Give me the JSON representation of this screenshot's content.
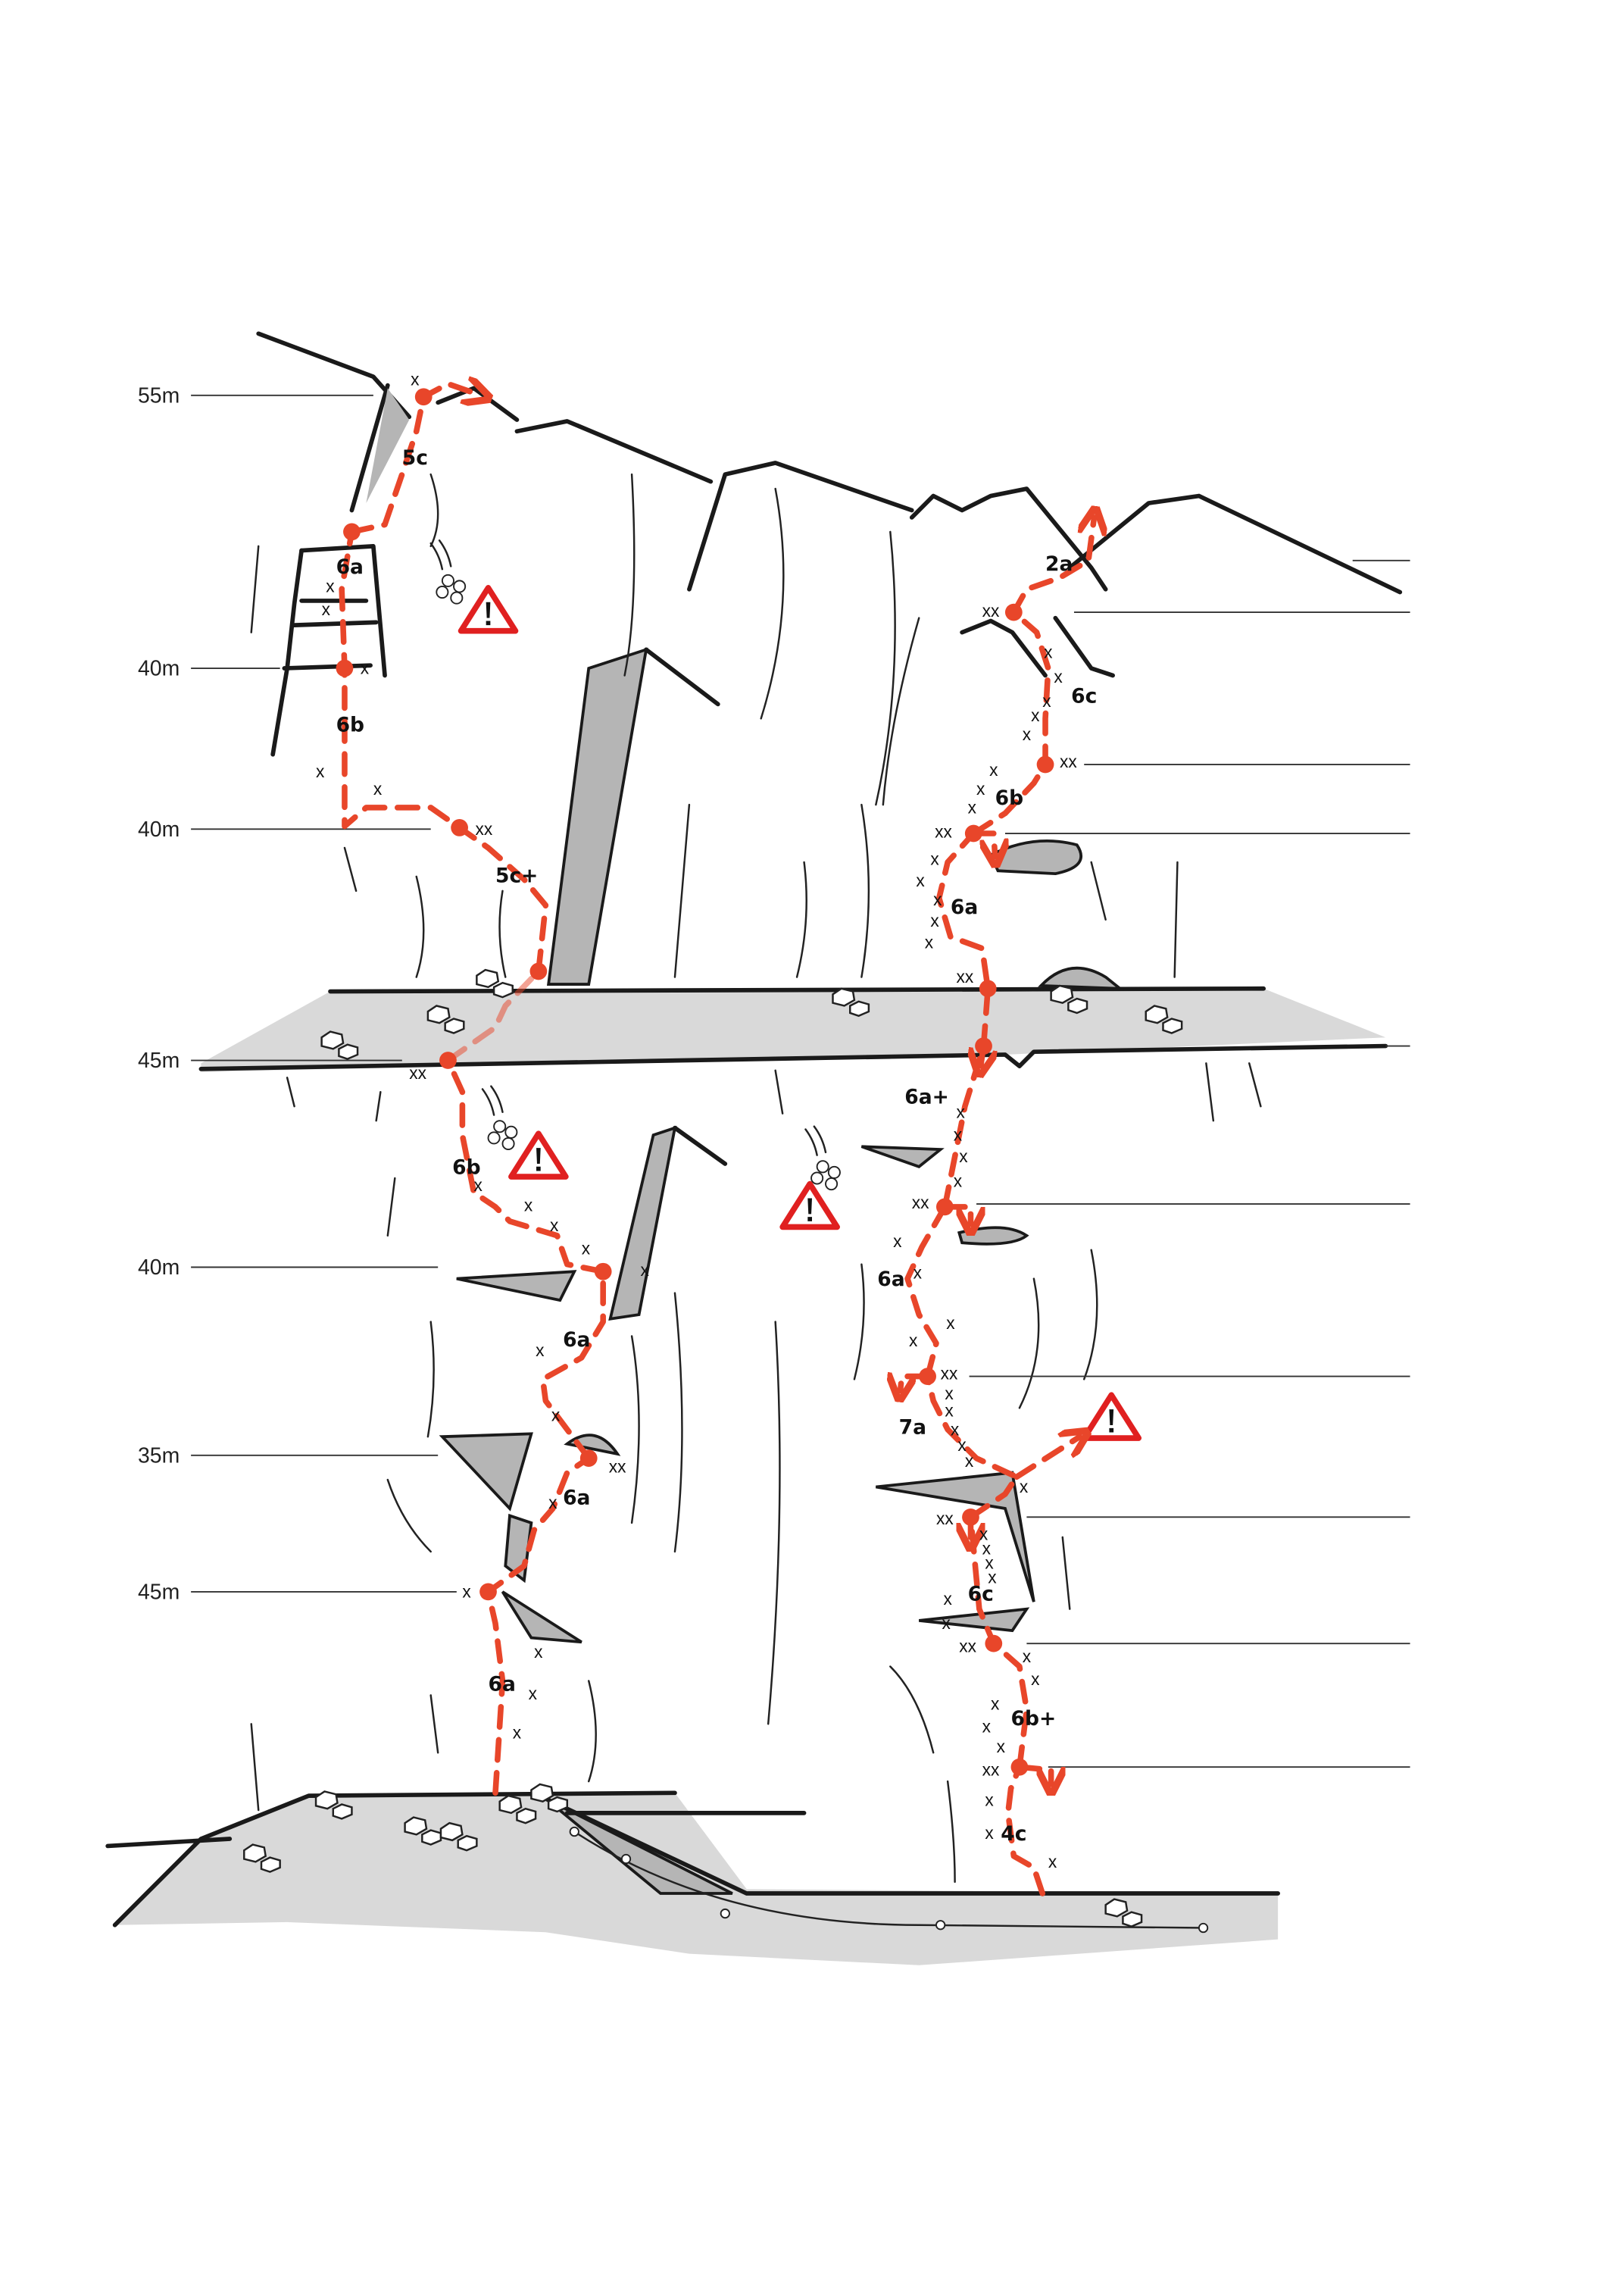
{
  "colors": {
    "route": "#e8462a",
    "ledge": "#d9d9d9",
    "rock_line": "#1a1a1a",
    "warning": "#e02020"
  },
  "height_labels": [
    "55m",
    "40m",
    "40m",
    "45m",
    "40m",
    "35m",
    "45m"
  ],
  "left_route": {
    "grades": [
      "5c",
      "6a",
      "6b",
      "5c+",
      "6b",
      "6a",
      "6a",
      "6a"
    ]
  },
  "right_route": {
    "grades": [
      "2a",
      "6c",
      "6b",
      "6a",
      "6a+",
      "6a",
      "7a",
      "6c",
      "6b+",
      "4c"
    ]
  },
  "bolt_marks": {
    "single": "x",
    "double": "xx"
  },
  "icons": [
    "warning-triangle-icon",
    "rockfall-icon",
    "belay-station-icon",
    "arrow-icon"
  ]
}
